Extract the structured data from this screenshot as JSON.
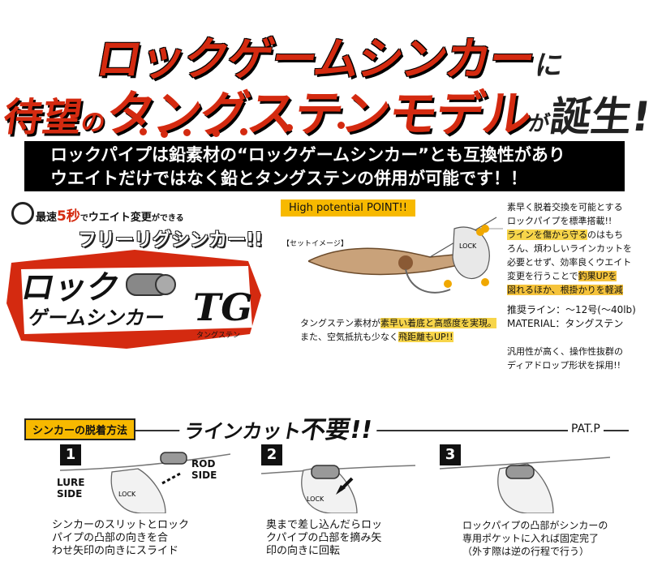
{
  "headline": {
    "line1": "ロックゲームシンカー",
    "line1_particle": "に",
    "line2_a": "待望",
    "line2_b": "の",
    "line2_c": "タングステンモデル",
    "line2_d": "が",
    "line2_e": "誕生!!"
  },
  "banner": {
    "line1": "ロックパイプは鉛素材の“ロックゲームシンカー”とも互換性があり",
    "line2": "ウエイトだけではなく鉛とタングステンの併用が可能です！！"
  },
  "speed": {
    "prefix": "最速",
    "seconds": "5秒",
    "suffix_a": "で",
    "suffix_b": "ウエイト変更",
    "suffix_c": "ができる"
  },
  "free_rig": "フリーリグシンカー!!",
  "logo": {
    "text1": "ロック",
    "text2": "ゲームシンカー",
    "tg": "TG",
    "sub": "タングステン"
  },
  "point_label": "High potential POINT!!",
  "set_image_label": "【セットイメージ】",
  "right_desc": {
    "l1": "素早く脱着交換を可能とする",
    "l2": "ロックパイプを標準搭載!!",
    "l3_hl": "ラインを傷から守る",
    "l3": "のはもち",
    "l4": "ろん、煩わしいラインカットを",
    "l5": "必要とせず、効率良くウエイト",
    "l6": "変更を行うことで",
    "l6_hl": "釣果UPを",
    "l7_hl": "図れるほか、根掛かりを軽減"
  },
  "tungsten": {
    "l1_a": "タングステン素材が",
    "l1_hl": "素早い着底と高感度を実現。",
    "l2_a": "また、空気抵抗も少なく",
    "l2_hl": "飛距離もUP!!"
  },
  "spec": {
    "line": "推奨ライン：〜12号(〜40lb)",
    "material": "MATERIAL：タングステン"
  },
  "spec2": {
    "l1": "汎用性が高く、操作性抜群の",
    "l2": "ディアドロップ形状を採用!!"
  },
  "how_to": {
    "tag": "シンカーの脱着方法",
    "linecut": "ラインカット",
    "fuyou": "不要!!",
    "pat": "PAT.P"
  },
  "steps": [
    {
      "num": "1",
      "l1": "シンカーのスリットとロック",
      "l2": "パイプの凸部の向きを合",
      "l3": "わせ矢印の向きにスライド",
      "lure": "LURE",
      "lure2": "SIDE",
      "rod": "ROD",
      "rod2": "SIDE"
    },
    {
      "num": "2",
      "l1": "奥まで差し込んだらロッ",
      "l2": "クパイプの凸部を摘み矢",
      "l3": "印の向きに回転"
    },
    {
      "num": "3",
      "l1": "ロックパイプの凸部がシンカーの",
      "l2": "専用ポケットに入れば固定完了",
      "l3": "（外す際は逆の行程で行う）"
    }
  ],
  "lock_label": "LOCK",
  "colors": {
    "accent_red": "#d42a10",
    "accent_yellow": "#f7b900",
    "banner_bg": "#000000"
  }
}
